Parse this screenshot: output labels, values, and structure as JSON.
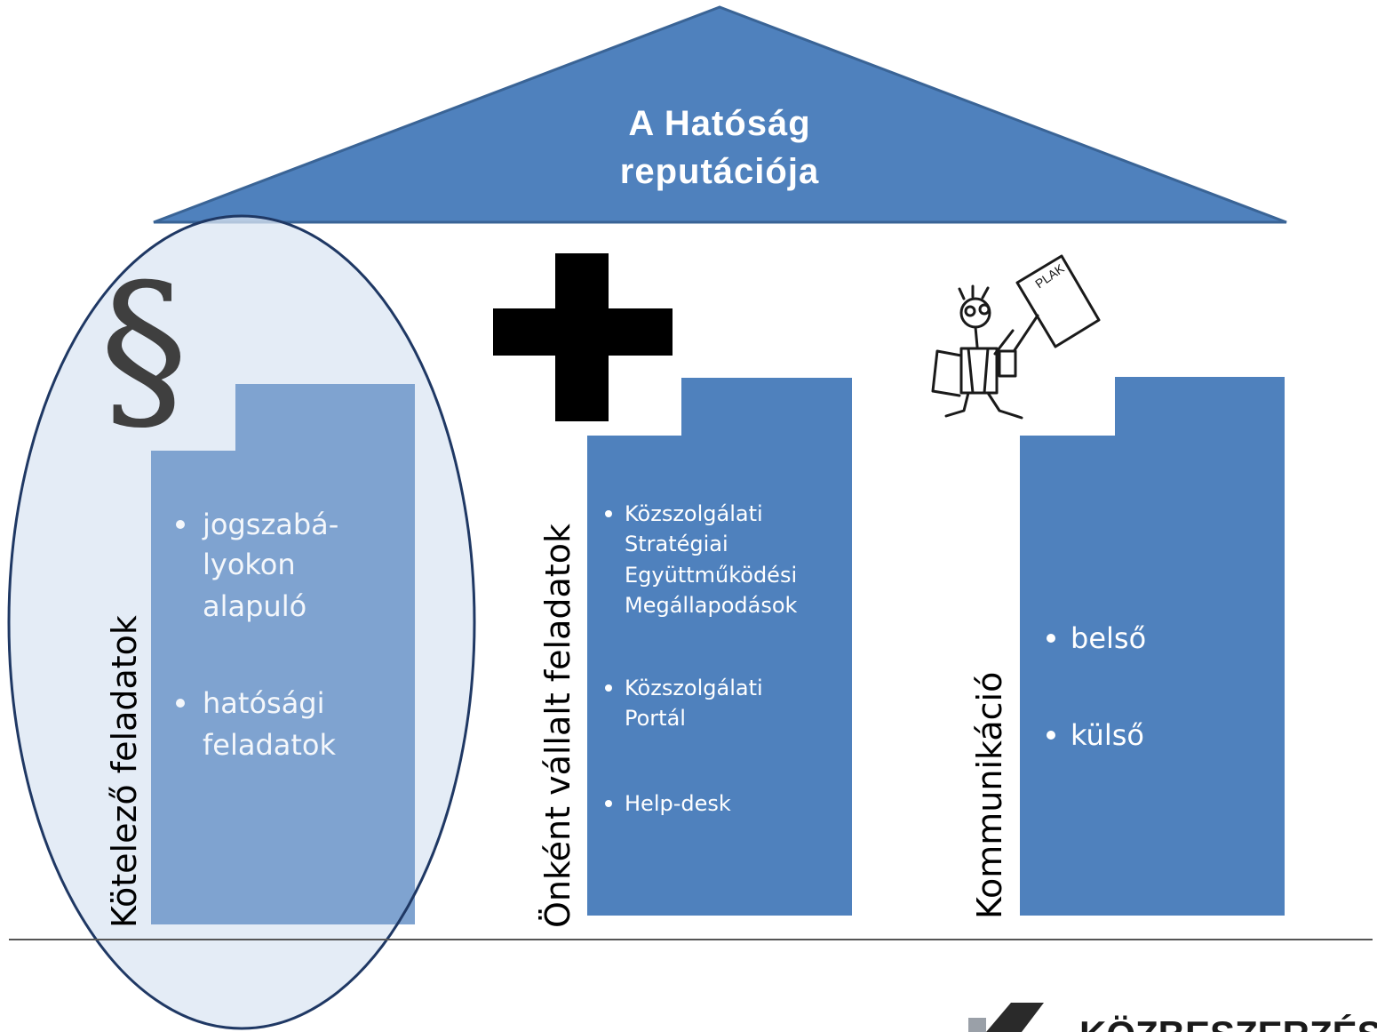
{
  "roof": {
    "title_line1": "A Hatóság",
    "title_line2": "reputációja"
  },
  "columns": [
    {
      "label": "Kötelező feladatok",
      "icon": "section-sign-icon",
      "icon_glyph": "§",
      "bullets": [
        {
          "lines": [
            "jogszabá-",
            "lyokon",
            "alapuló"
          ]
        },
        {
          "lines": [
            "hatósági",
            "feladatok"
          ]
        }
      ]
    },
    {
      "label": "Önként vállalt feladatok",
      "icon": "plus-icon",
      "bullets": [
        {
          "lines": [
            "Közszolgálati",
            "Stratégiai",
            "Együttműködési",
            "Megállapodások"
          ]
        },
        {
          "lines": [
            "Közszolgálati",
            "Portál"
          ]
        },
        {
          "lines": [
            "Help-desk"
          ]
        }
      ]
    },
    {
      "label": "Kommunikáció",
      "icon": "person-with-sign-icon",
      "bullets": [
        {
          "lines": [
            "belső"
          ]
        },
        {
          "lines": [
            "külső"
          ]
        }
      ]
    }
  ],
  "logo": {
    "text": "KÖZBESZERZÉSI",
    "icon": "logo-mark-icon"
  },
  "colors": {
    "roof": "#4f81bd",
    "column": "#4f81bd",
    "column_first": "#7fa3d0",
    "ellipse_fill": "#dbe5f3",
    "ellipse_stroke": "#1f3864",
    "text_light": "#ffffff",
    "text_first": "#f4f7fb"
  }
}
